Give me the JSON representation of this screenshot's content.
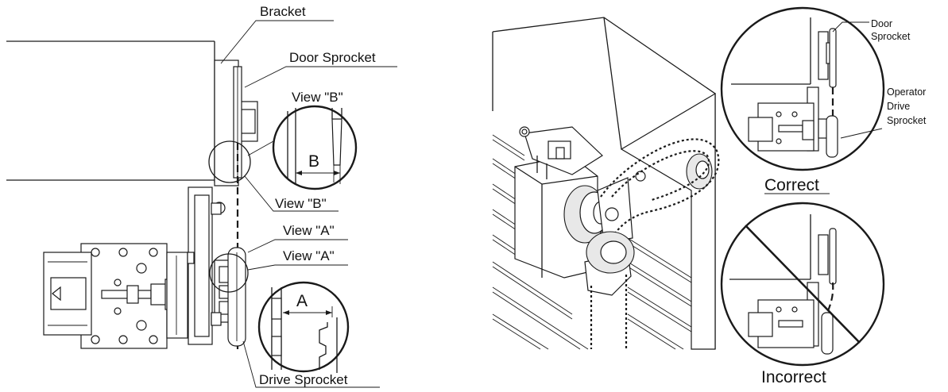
{
  "left_diagram": {
    "bracket_label": "Bracket",
    "door_sprocket_label": "Door Sprocket",
    "view_b_title": "View \"B\"",
    "dimension_b": "B",
    "view_b_callout": "View \"B\"",
    "view_a_title": "View \"A\"",
    "view_a_callout": "View \"A\"",
    "dimension_a": "A",
    "drive_sprocket_label": "Drive Sprocket"
  },
  "right_diagram": {
    "door_sprocket_label_line1": "Door",
    "door_sprocket_label_line2": "Sprocket",
    "operator_label_line1": "Operator",
    "operator_label_line2": "Drive",
    "operator_label_line3": "Sprocket",
    "correct_label": "Correct",
    "incorrect_label": "Incorrect"
  }
}
